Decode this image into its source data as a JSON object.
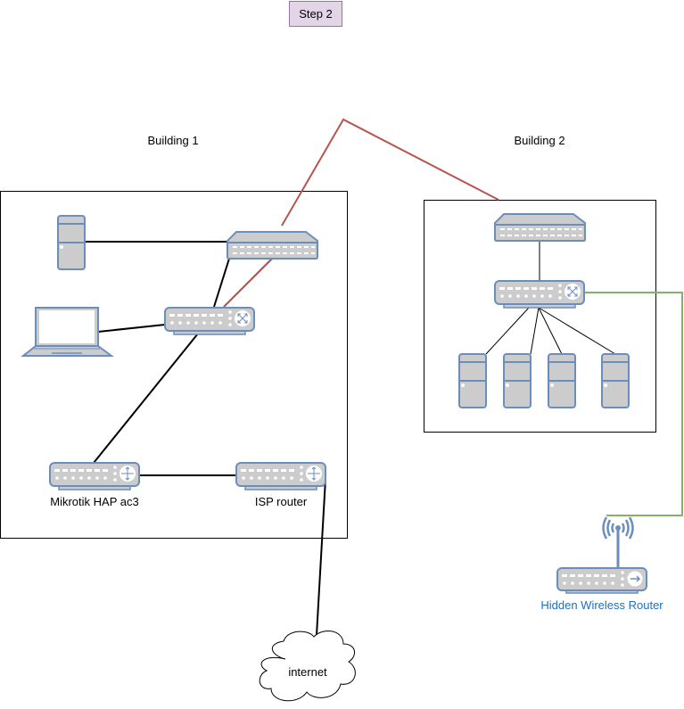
{
  "diagram": {
    "step_label": "Step 2",
    "buildings": [
      {
        "id": "building-1",
        "label": "Building 1"
      },
      {
        "id": "building-2",
        "label": "Building 2"
      }
    ],
    "devices": {
      "mikrotik": {
        "label": "Mikrotik HAP ac3",
        "type": "router"
      },
      "isp_router": {
        "label": "ISP router",
        "type": "router"
      },
      "internet": {
        "label": "internet",
        "type": "cloud"
      },
      "hidden_router": {
        "label": "Hidden Wireless Router",
        "type": "wireless-router"
      }
    },
    "links": [
      {
        "from": "b1-server",
        "to": "b1-hub",
        "color": "#000000"
      },
      {
        "from": "b1-hub",
        "to": "b1-switch",
        "color": "#000000"
      },
      {
        "from": "b1-laptop",
        "to": "b1-switch",
        "color": "#000000"
      },
      {
        "from": "b1-switch",
        "to": "mikrotik",
        "color": "#000000"
      },
      {
        "from": "mikrotik",
        "to": "isp-router",
        "color": "#000000"
      },
      {
        "from": "isp-router",
        "to": "internet",
        "color": "#000000"
      },
      {
        "from": "b1-switch",
        "to": "b2-hub",
        "color": "#b85450"
      },
      {
        "from": "b2-hub",
        "to": "b2-switch",
        "color": "#000000"
      },
      {
        "from": "b2-switch",
        "to": "b2-server-1",
        "color": "#000000"
      },
      {
        "from": "b2-switch",
        "to": "b2-server-2",
        "color": "#000000"
      },
      {
        "from": "b2-switch",
        "to": "b2-server-3",
        "color": "#000000"
      },
      {
        "from": "b2-switch",
        "to": "b2-server-4",
        "color": "#000000"
      },
      {
        "from": "b2-switch",
        "to": "hidden-router",
        "color": "#82b366"
      }
    ],
    "colors": {
      "device_fill": "#cccccc",
      "device_stroke": "#6c8ebf",
      "step_fill": "#e1d5e7",
      "step_stroke": "#9673a6",
      "wan_link": "#b85450",
      "wireless_link": "#82b366",
      "hidden_label": "#1f6fc0"
    }
  }
}
